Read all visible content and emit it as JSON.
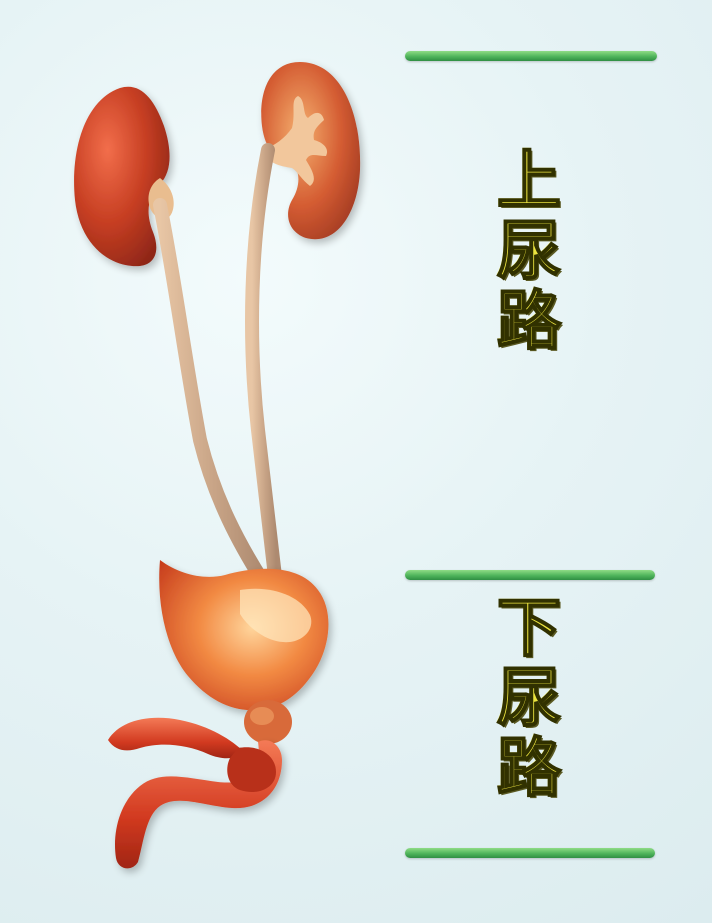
{
  "labels": {
    "upper": [
      "上",
      "尿",
      "路"
    ],
    "lower": [
      "下",
      "尿",
      "路"
    ]
  },
  "colors": {
    "background": "#e4f1f3",
    "divider": "#4fb45b",
    "label_fill": "#ece43f",
    "kidney": "#c63e22",
    "ureter": "#c8a98c",
    "bladder": "#f07b34"
  }
}
